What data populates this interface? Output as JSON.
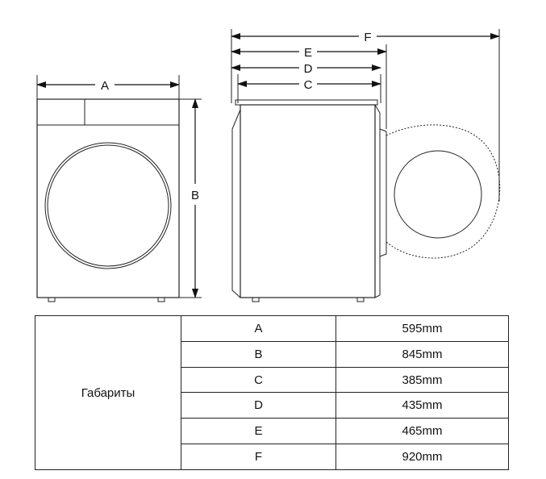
{
  "diagram": {
    "front_view": {
      "width_label": "A",
      "height_label": "B"
    },
    "side_view": {
      "labels": [
        "F",
        "E",
        "D",
        "C"
      ]
    }
  },
  "table": {
    "group_label": "Габариты",
    "rows": [
      {
        "dimension": "A",
        "value": "595mm"
      },
      {
        "dimension": "B",
        "value": "845mm"
      },
      {
        "dimension": "C",
        "value": "385mm"
      },
      {
        "dimension": "D",
        "value": "435mm"
      },
      {
        "dimension": "E",
        "value": "465mm"
      },
      {
        "dimension": "F",
        "value": "920mm"
      }
    ]
  }
}
